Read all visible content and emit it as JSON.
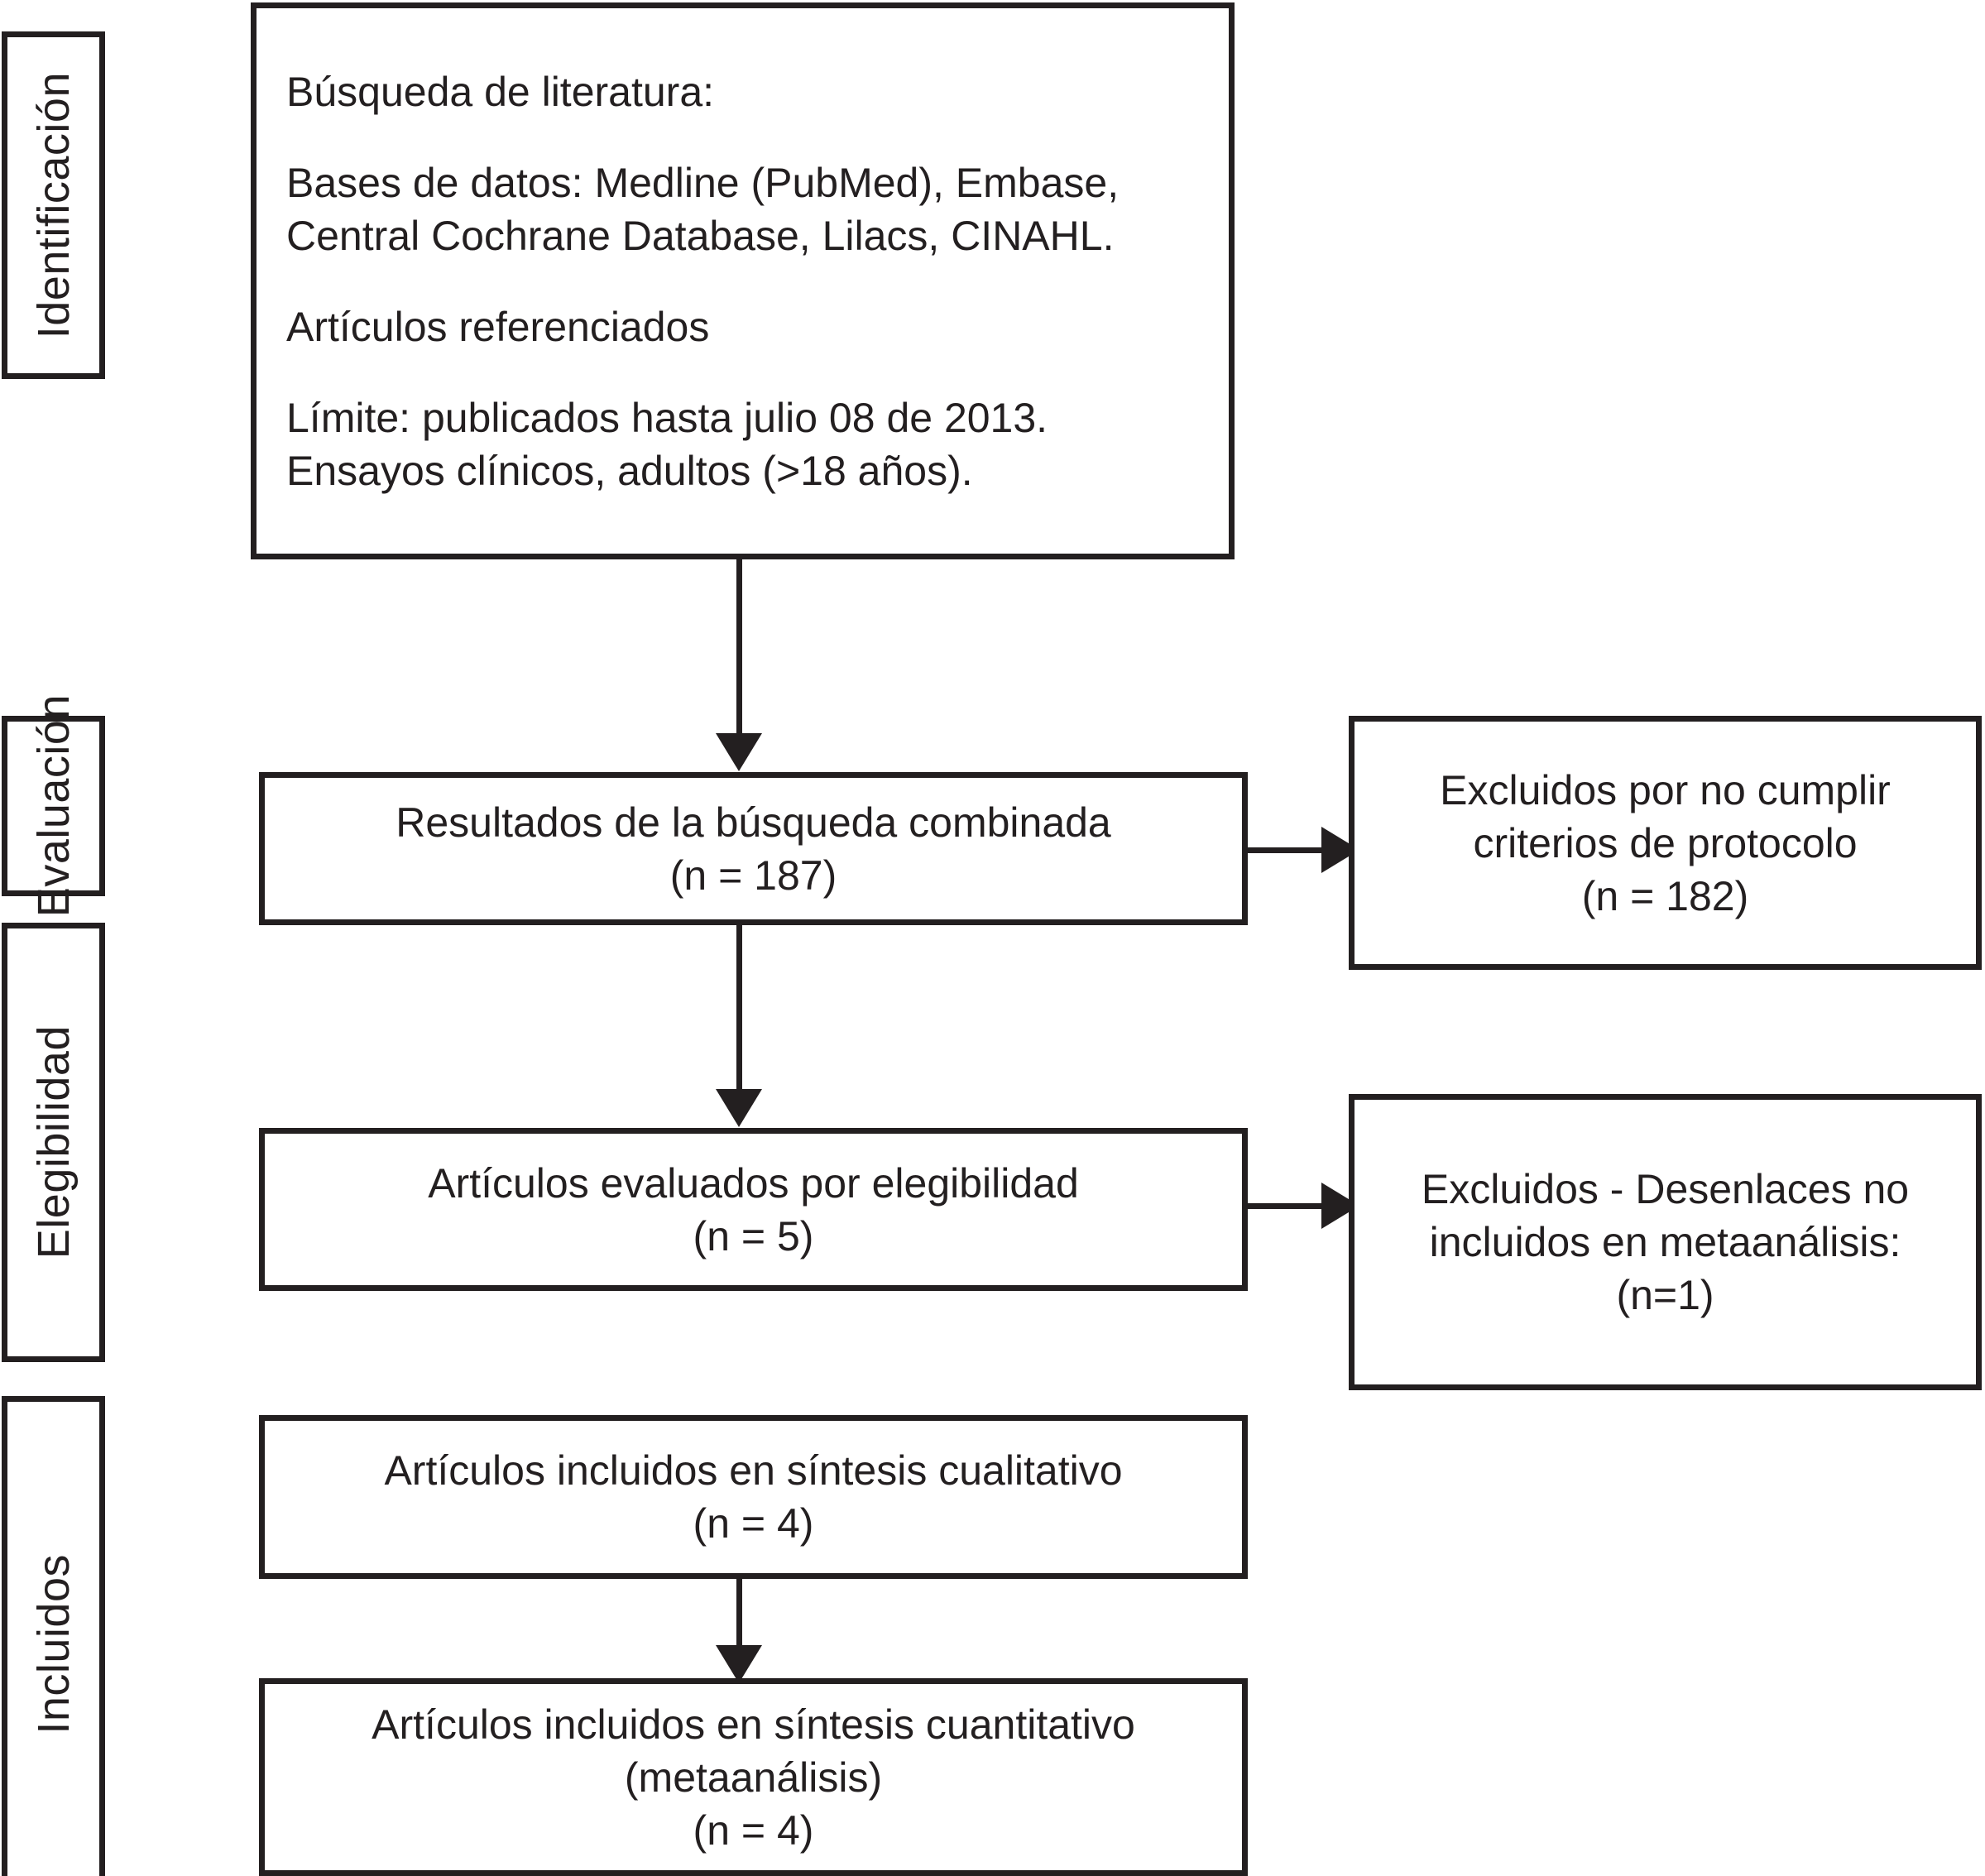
{
  "diagram": {
    "type": "prisma-flow-diagram",
    "language": "es",
    "colors": {
      "stroke": "#231f20",
      "background": "#ffffff",
      "text": "#231f20"
    },
    "stages": [
      {
        "id": "identificacion",
        "label": "Identificación"
      },
      {
        "id": "evaluacion",
        "label": "Evaluación"
      },
      {
        "id": "elegibilidad",
        "label": "Elegibilidad"
      },
      {
        "id": "incluidos",
        "label": "Incluidos"
      }
    ],
    "boxes": {
      "search": {
        "id": "busqueda-literatura",
        "stage": "identificacion",
        "align": "left",
        "lines": [
          "Búsqueda de literatura:",
          "",
          "Bases de datos: Medline (PubMed), Embase,",
          "Central Cochrane Database, Lilacs, CINAHL.",
          "",
          "Artículos referenciados",
          "",
          "Límite: publicados hasta julio 08 de 2013.",
          "Ensayos clínicos, adultos (>18 años)."
        ]
      },
      "records": {
        "id": "resultados-busqueda-combinada",
        "stage": "evaluacion",
        "align": "center",
        "lines": [
          "Resultados de la búsqueda combinada",
          "(n = 187)"
        ],
        "count": 187
      },
      "excluded_protocol": {
        "id": "excluidos-criterios-protocolo",
        "stage": "evaluacion",
        "align": "center",
        "lines": [
          "Excluidos por no cumplir",
          "criterios de protocolo",
          "(n = 182)"
        ],
        "count": 182
      },
      "eligibility": {
        "id": "articulos-evaluados-elegibilidad",
        "stage": "elegibilidad",
        "align": "center",
        "lines": [
          "Artículos evaluados por elegibilidad",
          "(n = 5)"
        ],
        "count": 5
      },
      "excluded_outcomes": {
        "id": "excluidos-desenlaces-no-incluidos",
        "stage": "elegibilidad",
        "align": "center",
        "lines": [
          "Excluidos - Desenlaces no",
          "incluidos en metaanálisis:",
          "(n=1)"
        ],
        "count": 1
      },
      "qualitative": {
        "id": "articulos-sintesis-cualitativo",
        "stage": "incluidos",
        "align": "center",
        "lines": [
          "Artículos incluidos en síntesis cualitativo",
          "(n = 4)"
        ],
        "count": 4
      },
      "quantitative": {
        "id": "articulos-sintesis-cuantitativo",
        "stage": "incluidos",
        "align": "center",
        "lines": [
          "Artículos incluidos en síntesis cuantitativo",
          "(metaanálisis)",
          "(n = 4)"
        ],
        "count": 4
      }
    },
    "connectors": [
      {
        "id": "search-to-records",
        "from": "search",
        "to": "records",
        "direction": "down"
      },
      {
        "id": "records-to-excluded-protocol",
        "from": "records",
        "to": "excluded_protocol",
        "direction": "right"
      },
      {
        "id": "records-to-eligibility",
        "from": "records",
        "to": "eligibility",
        "direction": "down"
      },
      {
        "id": "eligibility-to-excluded",
        "from": "eligibility",
        "to": "excluded_outcomes",
        "direction": "right"
      },
      {
        "id": "qualitative-to-quantitative",
        "from": "qualitative",
        "to": "quantitative",
        "direction": "down"
      }
    ]
  }
}
